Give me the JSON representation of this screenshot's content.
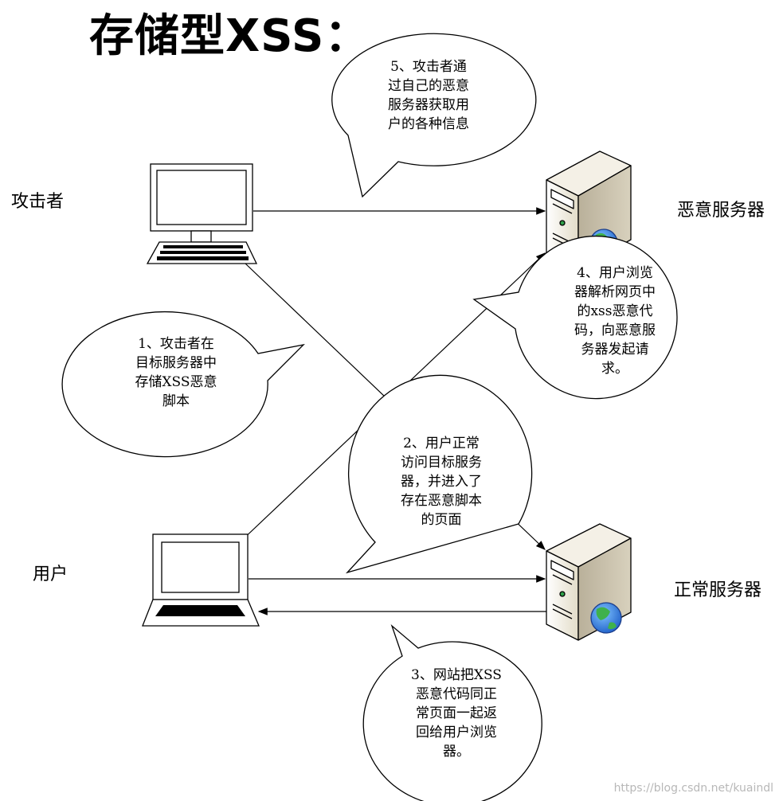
{
  "title": "存储型XSS：",
  "actors": {
    "attacker": "攻击者",
    "user": "用户",
    "malicious_server": "恶意服务器",
    "normal_server": "正常服务器"
  },
  "steps": {
    "step1": "1、攻击者在\n目标服务器中\n存储XSS恶意\n脚本",
    "step2": "2、用户正常\n访问目标服务\n器，并进入了\n存在恶意脚本\n的页面",
    "step3": "3、网站把XSS\n恶意代码同正\n常页面一起返\n回给用户浏览\n器。",
    "step4": "4、用户浏览\n器解析网页中\n的xss恶意代\n码，向恶意服\n务器发起请\n求。",
    "step5": "5、攻击者通\n过自己的恶意\n服务器获取用\n户的各种信息"
  },
  "watermark": "https://blog.csdn.net/kuaindl"
}
